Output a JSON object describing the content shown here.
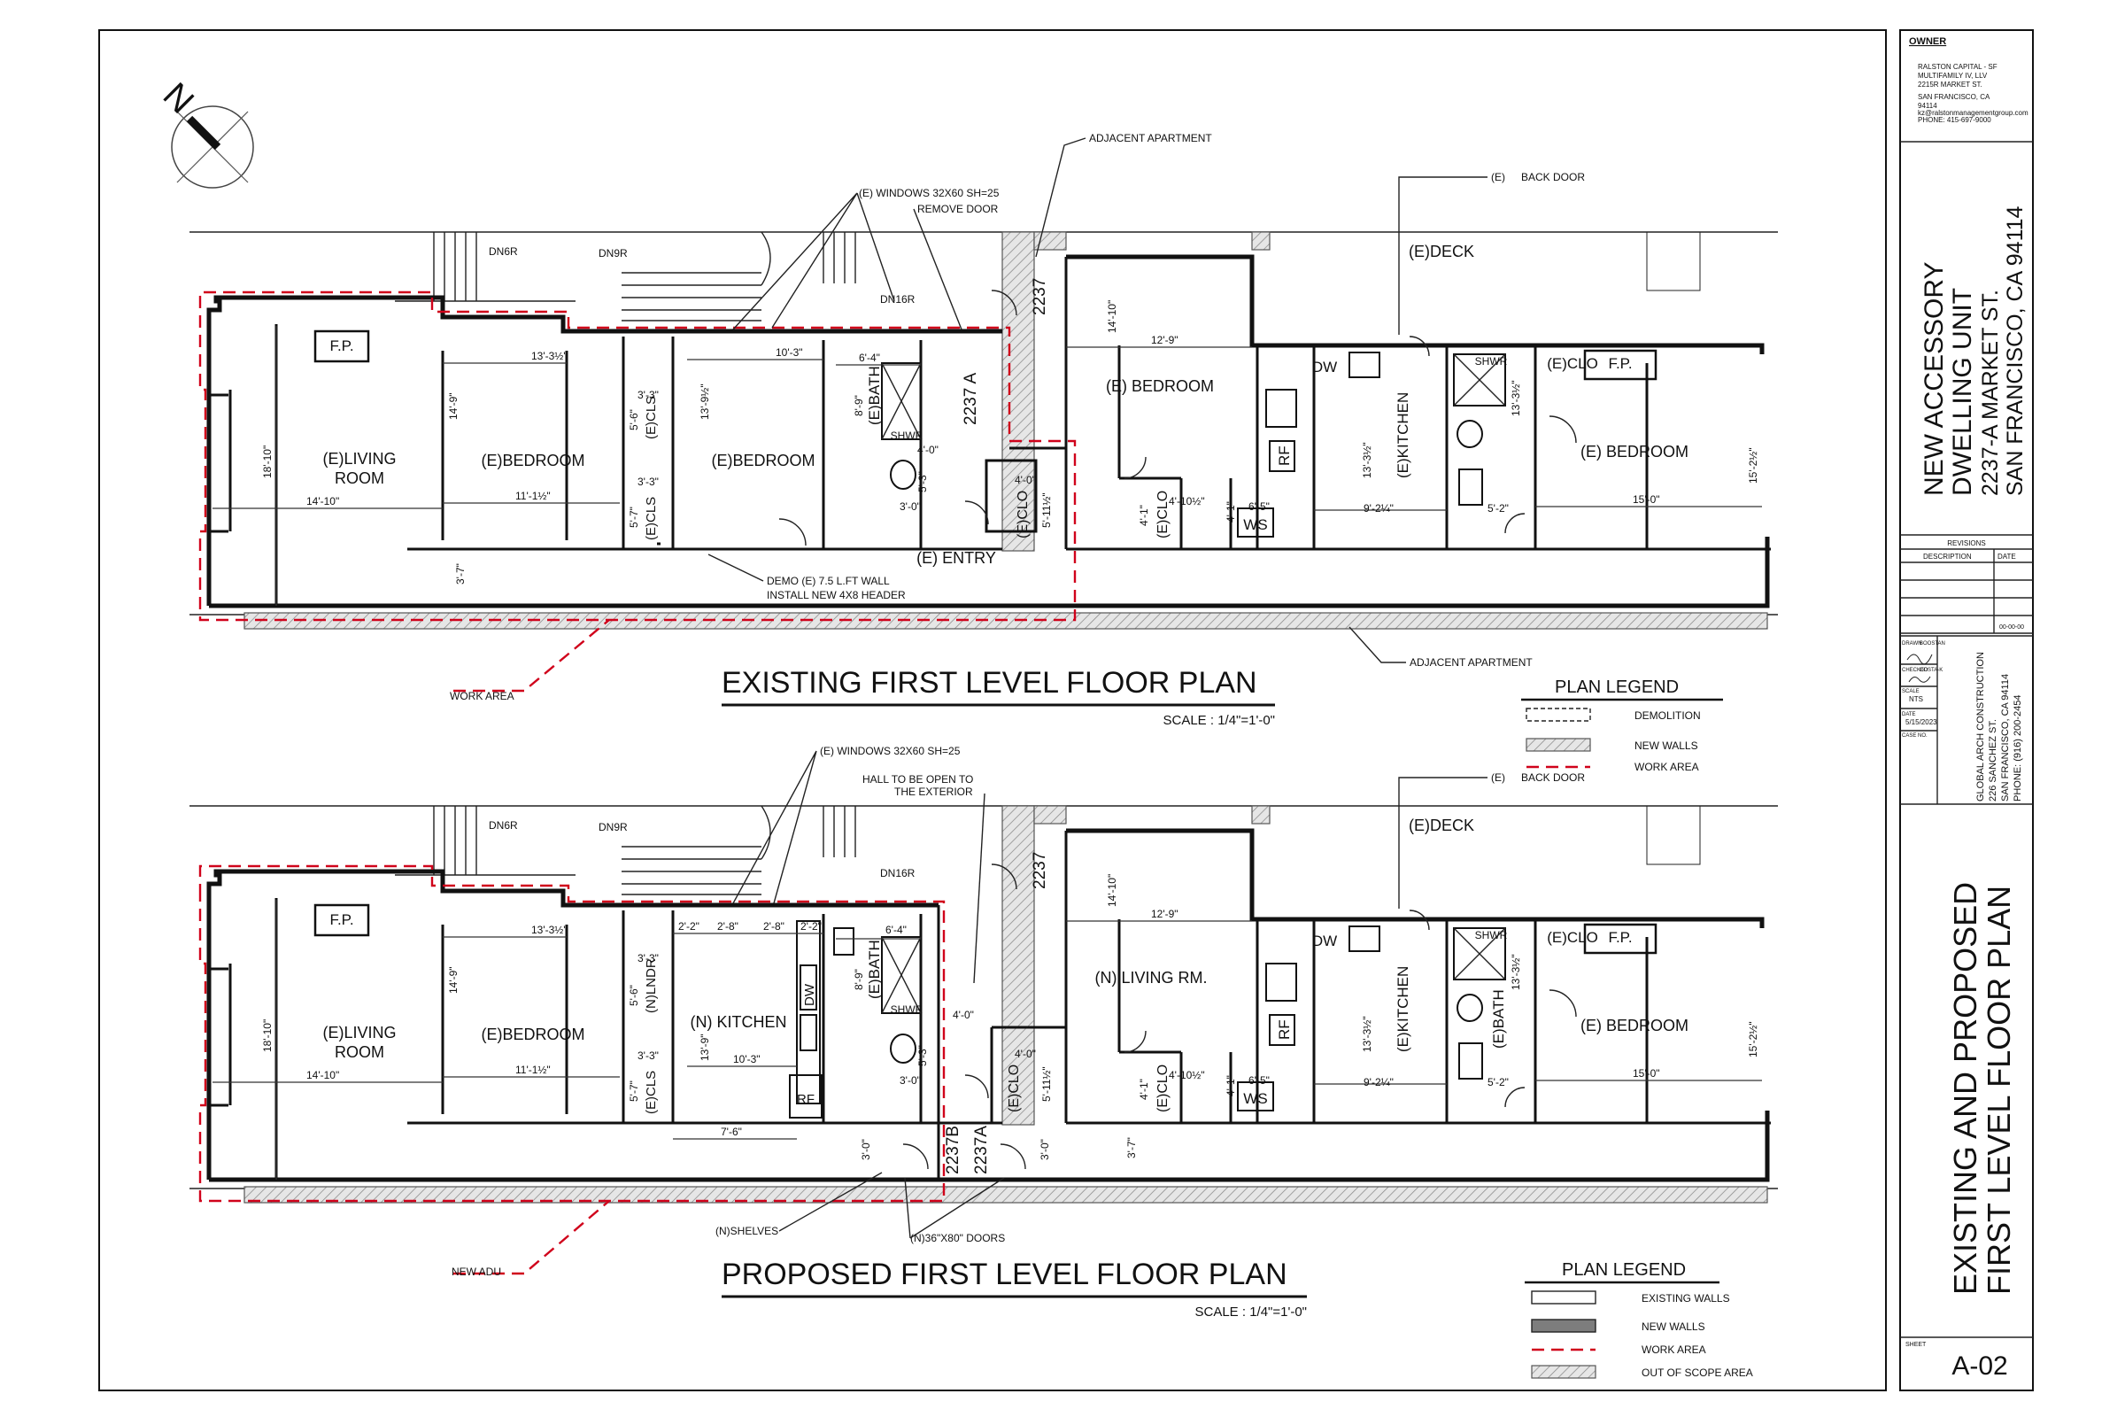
{
  "owner": {
    "heading": "OWNER",
    "lines": [
      "RALSTON CAPITAL - SF",
      "MULTIFAMILY IV, LLV",
      "2215R MARKET ST.",
      "SAN FRANCISCO, CA",
      "94114",
      "kz@ralstonmanagementgroup.com",
      "PHONE: 415-697-9000"
    ]
  },
  "project": {
    "line1": "NEW ACCESSORY",
    "line2": "DWELLING UNIT",
    "line3": "2237-A MARKET ST.",
    "line4": "SAN FRANCISCO, CA 94114"
  },
  "revisions": {
    "heading": "REVISIONS",
    "col_description": "DESCRIPTION",
    "col_date": "DATE",
    "last_date": "00-00-00"
  },
  "titleblock": {
    "drawn_label": "DRAWN",
    "drawn_value": "BOOSTAN",
    "checked_label": "CHECKED",
    "checked_value": "COSTA-K",
    "scale_label": "SCALE",
    "scale_value": "NTS",
    "date_label": "DATE",
    "date_value": "5/15/2023",
    "case_label": "CASE NO.",
    "architect_lines": [
      "GLOBAL ARCH CONSTRUCTION",
      "226 SANCHEZ ST.",
      "SAN FRANCISCO, CA 94114",
      "PHONE: (916) 200-2454"
    ],
    "sheet_title_line1": "EXISTING AND PROPOSED",
    "sheet_title_line2": "FIRST LEVEL FLOOR PLAN",
    "sheet_label": "SHEET",
    "sheet_number": "A-02"
  },
  "north": "N",
  "existing": {
    "title": "EXISTING FIRST LEVEL FLOOR PLAN",
    "scale": "SCALE : 1/4\"=1'-0\"",
    "notes": {
      "windows": "(E) WINDOWS 32X60 SH=25",
      "remove_door": "REMOVE DOOR",
      "adjacent_top": "ADJACENT APARTMENT",
      "back_door_e": "(E)",
      "back_door": "BACK DOOR",
      "demo1": "DEMO (E) 7.5 L.FT WALL",
      "demo2": "INSTALL NEW 4X8 HEADER",
      "adjacent_bottom": "ADJACENT APARTMENT",
      "work_area": "WORK AREA"
    },
    "rooms": {
      "living1": "(E)LIVING",
      "living2": "ROOM",
      "bed1": "(E)BEDROOM",
      "bed2": "(E)BEDROOM",
      "bath": "(E)BATH",
      "shwr": "SHWR",
      "entry": "(E) ENTRY",
      "clo": "(E)CLO",
      "cls1": "(E)CLS",
      "cls2": "(E)CLS",
      "bedR": "(E) BEDROOM",
      "clo2": "(E)CLO",
      "ws": "WS",
      "dw": "DW",
      "rf": "RF",
      "kitchen": "(E)KITCHEN",
      "deck": "(E)DECK",
      "shwr2": "SHWR",
      "eclo": "(E)CLO",
      "fp1": "F.P.",
      "fp2": "F.P.",
      "bedFar": "(E) BEDROOM",
      "unit_a": "2237 A",
      "unit_b": "2237"
    },
    "stairs": {
      "dn6r": "DN6R",
      "dn9r": "DN9R",
      "dn16r": "DN16R"
    },
    "dims": {
      "d1": "13'-3½\"",
      "d2": "10'-3\"",
      "d3": "6'-4\"",
      "d4": "14'-9\"",
      "d5": "13'-9½\"",
      "d6": "18'-10\"",
      "d7": "14'-10\"",
      "d8": "11'-1½\"",
      "d9": "3'-3\"",
      "d10": "5'-6\"",
      "d11": "3'-3\"",
      "d12": "5'-7\"",
      "d13": "8'-9\"",
      "d14": "4'-0\"",
      "d15": "4'-0\"",
      "d16": "5'-11½\"",
      "d17": "5'-3\"",
      "d18": "3'-0\"",
      "d19": "3'-7\"",
      "d20": "14'-10\"",
      "d21": "12'-9\"",
      "d22": "4'-10½\"",
      "d23": "4'-1\"",
      "d24": "4'-1\"",
      "d25": "6'-5\"",
      "d26": "13'-3½\"",
      "d27": "9'-2¼\"",
      "d28": "5'-2\"",
      "d29": "13'-3½\"",
      "d30": "15'-0\"",
      "d31": "15'-2½\""
    }
  },
  "proposed": {
    "title": "PROPOSED FIRST LEVEL FLOOR PLAN",
    "scale": "SCALE : 1/4\"=1'-0\"",
    "notes": {
      "windows": "(E) WINDOWS 32X60 SH=25",
      "hall1": "HALL TO BE OPEN TO",
      "hall2": "THE EXTERIOR",
      "back_door_e": "(E)",
      "back_door": "BACK DOOR",
      "shelves": "(N)SHELVES",
      "doors": "(N)36\"X80\" DOORS",
      "new_adu": "NEW ADU"
    },
    "rooms": {
      "living1": "(E)LIVING",
      "living2": "ROOM",
      "bed1": "(E)BEDROOM",
      "kitchen": "(N) KITCHEN",
      "lndr": "(N)LNDR",
      "cls": "(E)CLS",
      "bath": "(E)BATH",
      "shwr": "SHWR",
      "dw": "DW",
      "rf": "RF",
      "clo": "(E)CLO",
      "living_n": "(N) LIVING RM.",
      "clo2": "(E)CLO",
      "ws": "WS",
      "dw2": "DW",
      "rf2": "RF",
      "kitchen2": "(E)KITCHEN",
      "bath2": "(E)BATH",
      "deck": "(E)DECK",
      "shwr2": "SHWR",
      "eclo": "(E)CLO",
      "fp1": "F.P.",
      "fp2": "F.P.",
      "bedFar": "(E) BEDROOM",
      "unit_b": "2237B",
      "unit_a": "2237A",
      "unit_top": "2237"
    },
    "stairs": {
      "dn6r": "DN6R",
      "dn9r": "DN9R",
      "dn16r": "DN16R"
    },
    "dims": {
      "d1": "13'-3½\"",
      "d2": "2'-2\"",
      "d3": "2'-8\"",
      "d4": "2'-8\"",
      "d5": "2'-2\"",
      "d6": "6'-4\"",
      "d7": "14'-9\"",
      "d8": "18'-10\"",
      "d9": "14'-10\"",
      "d10": "11'-1½\"",
      "d11": "3'-3\"",
      "d12": "5'-6\"",
      "d13": "3'-3\"",
      "d14": "5'-7\"",
      "d15": "13'-9\"",
      "d16": "10'-3\"",
      "d17": "7'-6\"",
      "d18": "8'-9\"",
      "d19": "4'-0\"",
      "d20": "4'-0\"",
      "d21": "5'-11½\"",
      "d22": "5'-3\"",
      "d23": "3'-0\"",
      "d24": "3'-0\"",
      "d25": "3'-0\"",
      "d26": "3'-7\"",
      "d27": "14'-10\"",
      "d28": "12'-9\"",
      "d29": "4'-10½\"",
      "d30": "4'-1\"",
      "d31": "4'-1\"",
      "d32": "6'-5\"",
      "d33": "13'-3½\"",
      "d34": "9'-2¼\"",
      "d35": "5'-2\"",
      "d36": "13'-3½\"",
      "d37": "15'-0\"",
      "d38": "15'-2½\""
    }
  },
  "legend1": {
    "title": "PLAN LEGEND",
    "items": [
      "DEMOLITION",
      "NEW WALLS",
      "WORK AREA"
    ]
  },
  "legend2": {
    "title": "PLAN LEGEND",
    "items": [
      "EXISTING WALLS",
      "NEW WALLS",
      "WORK AREA",
      "OUT OF SCOPE AREA"
    ]
  }
}
